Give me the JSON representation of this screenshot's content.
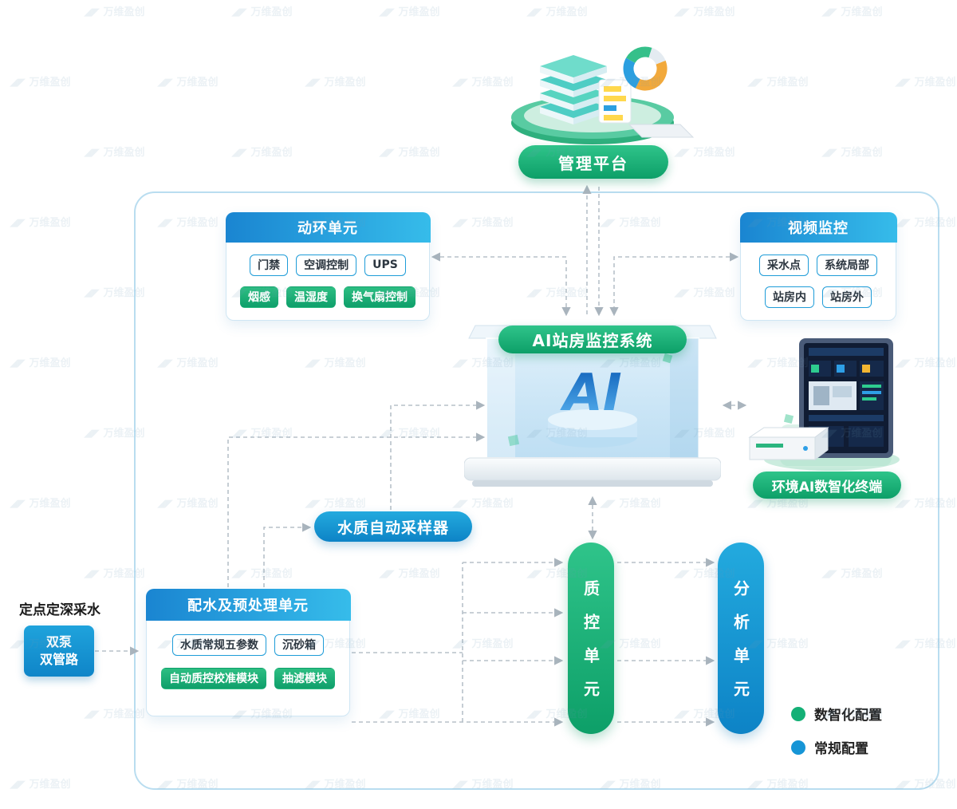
{
  "watermark": "万维盈创",
  "management_platform": {
    "label": "管理平台"
  },
  "ai_system": {
    "label": "AI站房监控系统",
    "screen_text": "AI"
  },
  "sampler": {
    "label": "水质自动采样器"
  },
  "terminal": {
    "label": "环境AI数智化终端"
  },
  "panels": {
    "dynamic_env": {
      "title": "动环单元",
      "buttons": [
        {
          "label": "门禁",
          "style": "blue-outline"
        },
        {
          "label": "空调控制",
          "style": "blue-outline"
        },
        {
          "label": "UPS",
          "style": "blue-outline"
        },
        {
          "label": "烟感",
          "style": "green"
        },
        {
          "label": "温湿度",
          "style": "green"
        },
        {
          "label": "换气扇控制",
          "style": "green"
        }
      ]
    },
    "video_monitor": {
      "title": "视频监控",
      "buttons": [
        {
          "label": "采水点",
          "style": "blue-outline"
        },
        {
          "label": "系统局部",
          "style": "blue-outline"
        },
        {
          "label": "站房内",
          "style": "blue-outline"
        },
        {
          "label": "站房外",
          "style": "blue-outline"
        }
      ]
    },
    "water_pretreatment": {
      "title": "配水及预处理单元",
      "buttons": [
        {
          "label": "水质常规五参数",
          "style": "blue-outline"
        },
        {
          "label": "沉砂箱",
          "style": "blue-outline"
        },
        {
          "label": "自动质控校准模块",
          "style": "green"
        },
        {
          "label": "抽滤模块",
          "style": "green"
        }
      ]
    }
  },
  "intake": {
    "caption": "定点定深采水",
    "box_line1": "双泵",
    "box_line2": "双管路"
  },
  "units": {
    "qc": "质控单元",
    "analysis": "分析单元"
  },
  "legend": [
    {
      "label": "数智化配置",
      "color": "#14b076"
    },
    {
      "label": "常规配置",
      "color": "#1695d6"
    }
  ],
  "colors": {
    "accent_green": "#14b076",
    "accent_blue": "#1695d6",
    "panel_header_gradient": [
      "#1a85d1",
      "#36bcea"
    ],
    "border_light_blue": "#b9ddf0"
  }
}
